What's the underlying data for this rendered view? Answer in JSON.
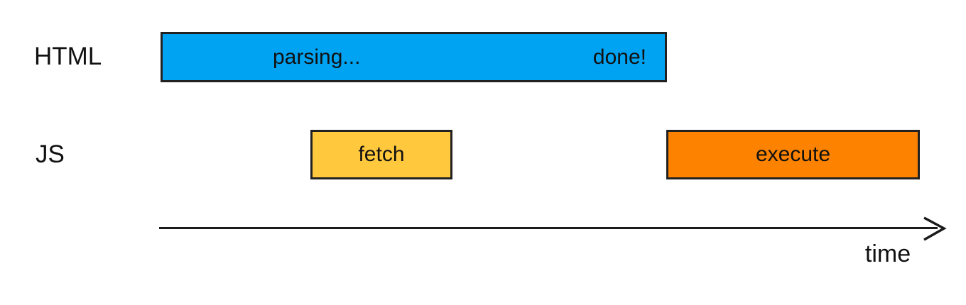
{
  "diagram": {
    "rows": [
      {
        "label": "HTML",
        "bars": [
          {
            "id": "parsing",
            "text_left": "parsing...",
            "text_right": "done!",
            "color": "#00a2f2"
          }
        ]
      },
      {
        "label": "JS",
        "bars": [
          {
            "id": "fetch",
            "text": "fetch",
            "color": "#ffc83d"
          },
          {
            "id": "execute",
            "text": "execute",
            "color": "#fc8200"
          }
        ]
      }
    ],
    "axis": {
      "label": "time"
    },
    "colors": {
      "ink": "#1a1a1a",
      "bar_border": "#212121",
      "background": "#ffffff",
      "parsing_bar": "#00a2f2",
      "fetch_bar": "#ffc83d",
      "execute_bar": "#fc8200"
    }
  }
}
